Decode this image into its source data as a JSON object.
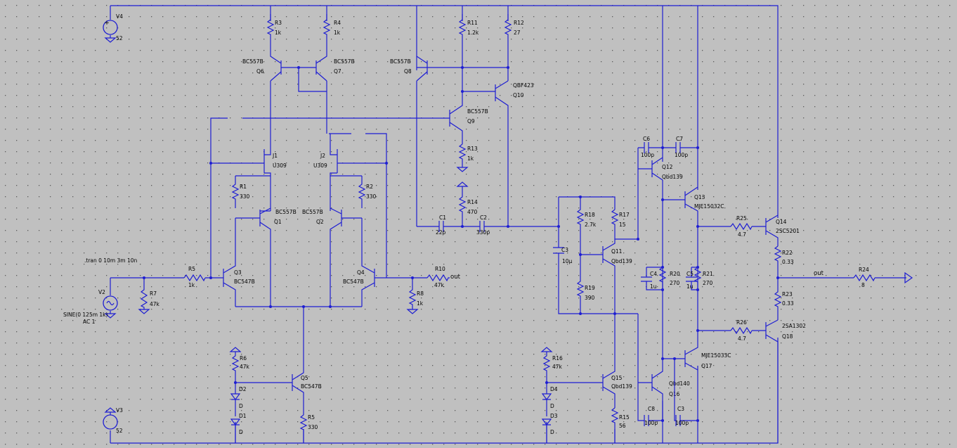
{
  "directive": ".tran 0 10m 3m 10n",
  "sources": {
    "V4": {
      "name": "V4",
      "value": "52"
    },
    "V3": {
      "name": "V3",
      "value": "52"
    },
    "V2": {
      "name": "V2",
      "value": "SINE(0 125m 1k)",
      "ac": "AC 1"
    }
  },
  "resistors": {
    "R1": {
      "name": "R1",
      "value": "330"
    },
    "R2": {
      "name": "R2",
      "value": "330"
    },
    "R3": {
      "name": "R3",
      "value": "1k"
    },
    "R4": {
      "name": "R4",
      "value": "1k"
    },
    "R5": {
      "name": "R5",
      "value": "1k"
    },
    "R5b": {
      "name": "R5",
      "value": "330"
    },
    "R6": {
      "name": "R6",
      "value": "47k"
    },
    "R7": {
      "name": "R7",
      "value": "47k"
    },
    "R8": {
      "name": "R8",
      "value": "1k"
    },
    "R10": {
      "name": "R10",
      "value": "47k"
    },
    "R11": {
      "name": "R11",
      "value": "1.2k"
    },
    "R12": {
      "name": "R12",
      "value": "27"
    },
    "R13": {
      "name": "R13",
      "value": "1k"
    },
    "R14": {
      "name": "R14",
      "value": "470"
    },
    "R15": {
      "name": "R15",
      "value": "56"
    },
    "R16": {
      "name": "R16",
      "value": "47k"
    },
    "R17": {
      "name": "R17",
      "value": "15"
    },
    "R18": {
      "name": "R18",
      "value": "2.7k"
    },
    "R19": {
      "name": "R19",
      "value": "390"
    },
    "R20": {
      "name": "R20",
      "value": "270"
    },
    "R21": {
      "name": "R21",
      "value": "270"
    },
    "R22": {
      "name": "R22",
      "value": "0.33"
    },
    "R23": {
      "name": "R23",
      "value": "0.33"
    },
    "R24": {
      "name": "R24",
      "value": "8"
    },
    "R25": {
      "name": "R25",
      "value": "4.7"
    },
    "R26": {
      "name": "R26",
      "value": "4.7"
    }
  },
  "capacitors": {
    "C1": {
      "name": "C1",
      "value": "22p"
    },
    "C2": {
      "name": "C2",
      "value": "330p"
    },
    "C3": {
      "name": "C3",
      "value": "10µ"
    },
    "C3b": {
      "name": "C3",
      "value": "100p"
    },
    "C4": {
      "name": "C4",
      "value": "1u"
    },
    "C5": {
      "name": "C5",
      "value": "1u"
    },
    "C6": {
      "name": "C6",
      "value": "100p"
    },
    "C7": {
      "name": "C7",
      "value": "100p"
    },
    "C8": {
      "name": "C8",
      "value": "100p"
    }
  },
  "transistors": {
    "Q1": {
      "name": "Q1",
      "model": "BC557B"
    },
    "Q2": {
      "name": "Q2",
      "model": "BC557B"
    },
    "Q3": {
      "name": "Q3",
      "model": "BC547B"
    },
    "Q4": {
      "name": "Q4",
      "model": "BC547B"
    },
    "Q5": {
      "name": "Q5",
      "model": "BC547B"
    },
    "Q6": {
      "name": "Q6",
      "model": "BC557B"
    },
    "Q7": {
      "name": "Q7",
      "model": "BC557B"
    },
    "Q8": {
      "name": "Q8",
      "model": "BC557B"
    },
    "Q9": {
      "name": "Q9",
      "model": "BC557B"
    },
    "Q10": {
      "name": "Q10",
      "model": "QBF423"
    },
    "Q11": {
      "name": "Q11",
      "model": "Qbd139"
    },
    "Q12": {
      "name": "Q12",
      "model": "Qbd139"
    },
    "Q13": {
      "name": "Q13",
      "model": "MJE15032C"
    },
    "Q14": {
      "name": "Q14",
      "model": "2SC5201"
    },
    "Q15": {
      "name": "Q15",
      "model": "Qbd139"
    },
    "Q16": {
      "name": "Q16",
      "model": "Qbd140"
    },
    "Q17": {
      "name": "Q17",
      "model": "MJE15033C"
    },
    "Q18": {
      "name": "Q18",
      "model": "2SA1302"
    }
  },
  "jfets": {
    "J1": {
      "name": "J1",
      "model": "U309"
    },
    "J2": {
      "name": "J2",
      "model": "U309"
    }
  },
  "diodes": {
    "D1": {
      "name": "D1",
      "model": "D"
    },
    "D2": {
      "name": "D2",
      "model": "D"
    },
    "D3": {
      "name": "D3",
      "model": "D"
    },
    "D4": {
      "name": "D4",
      "model": "D"
    }
  },
  "nets": {
    "out1": "out",
    "out2": "out"
  },
  "colors": {
    "background": "#c0c0c0",
    "wire": "#1e1ed2",
    "grid": "#5a5a5a",
    "text": "#000000"
  }
}
